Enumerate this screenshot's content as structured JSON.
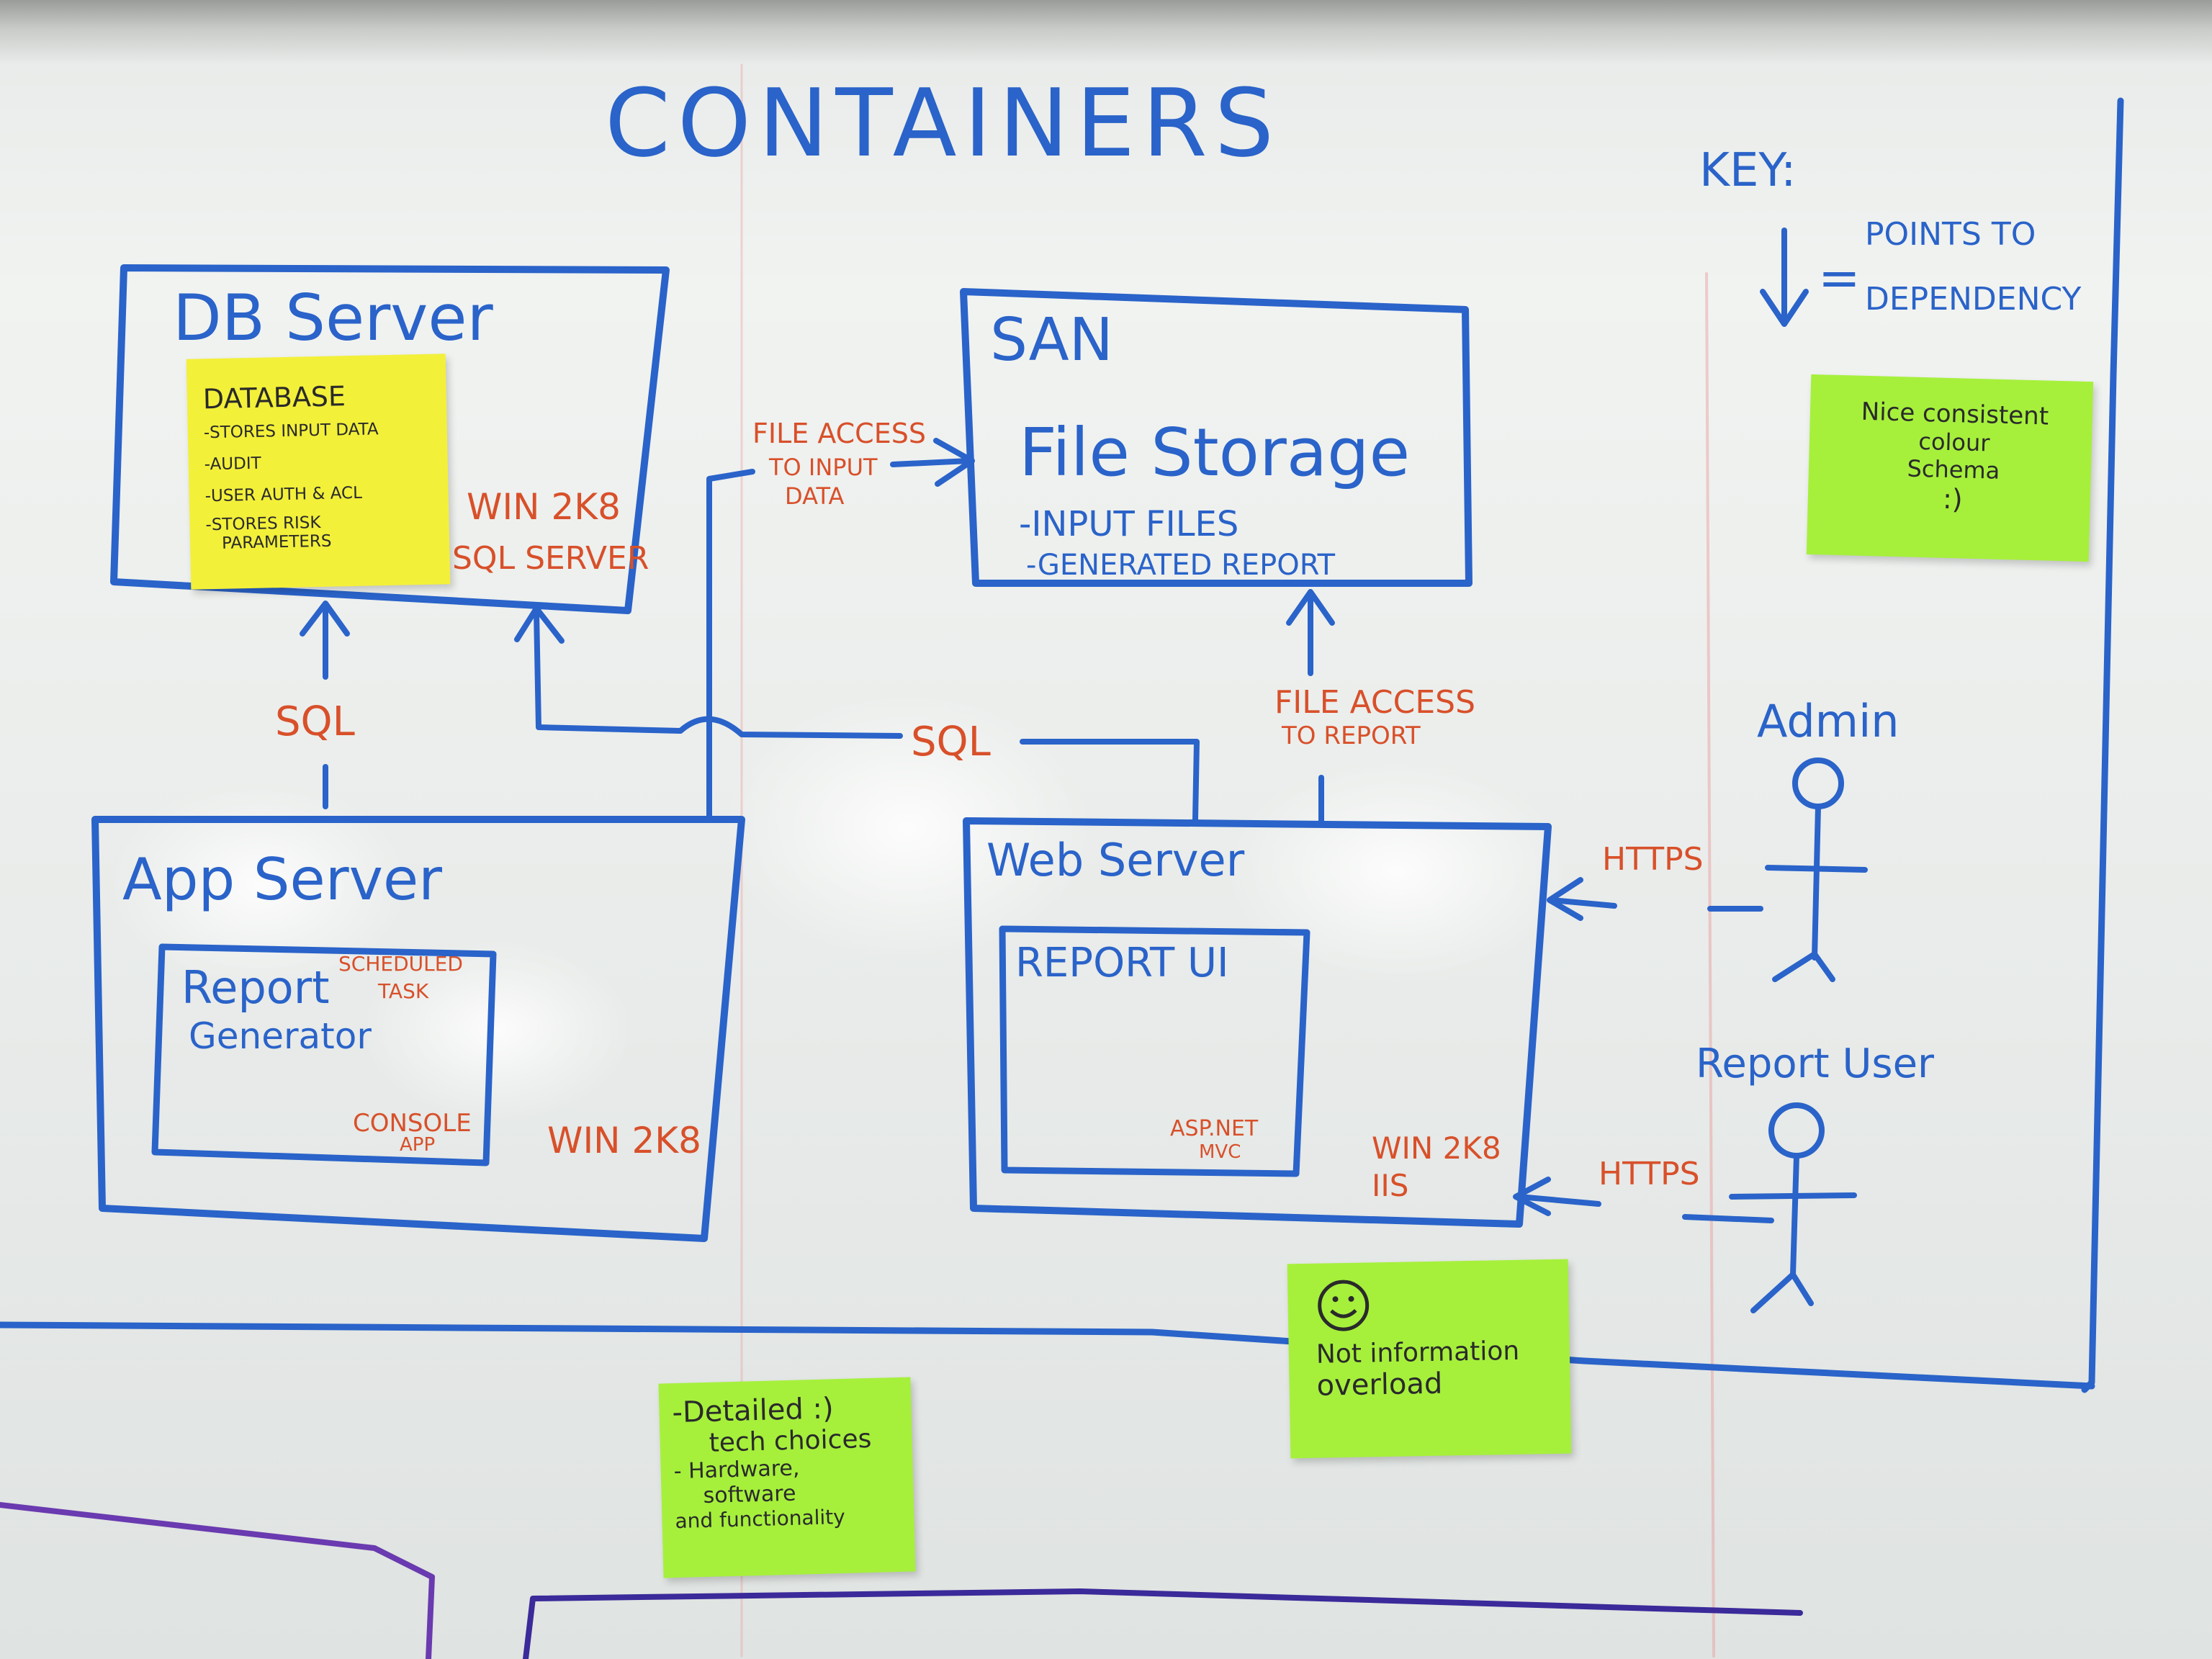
{
  "title": "CONTAINERS",
  "key": {
    "heading": "KEY:",
    "meaning_line1": "POINTS TO",
    "meaning_line2": "DEPENDENCY",
    "equals": "="
  },
  "nodes": {
    "db_server": {
      "title": "DB Server",
      "tech_line1": "WIN 2K8",
      "tech_line2": "SQL SERVER",
      "note": {
        "heading": "DATABASE",
        "items": [
          "-STORES INPUT DATA",
          "-AUDIT",
          "-USER AUTH & ACL",
          "-STORES RISK",
          "PARAMETERS"
        ]
      }
    },
    "san": {
      "title": "SAN",
      "subtitle": "File Storage",
      "items": [
        "-INPUT FILES",
        "-GENERATED REPORT"
      ]
    },
    "app_server": {
      "title": "App Server",
      "tech": "WIN 2K8",
      "inner": {
        "title_line1": "Report",
        "title_line2": "Generator",
        "tag_top_line1": "SCHEDULED",
        "tag_top_line2": "TASK",
        "tag_bottom_line1": "CONSOLE",
        "tag_bottom_line2": "APP"
      }
    },
    "web_server": {
      "title": "Web Server",
      "tech_line1": "WIN 2K8",
      "tech_line2": "IIS",
      "inner": {
        "title": "REPORT UI",
        "tag_line1": "ASP.NET",
        "tag_line2": "MVC"
      }
    }
  },
  "edges": {
    "app_to_db": "SQL",
    "web_to_db": "SQL",
    "app_to_san_line1": "FILE ACCESS",
    "app_to_san_line2": "TO INPUT",
    "app_to_san_line3": "DATA",
    "web_to_san_line1": "FILE ACCESS",
    "web_to_san_line2": "TO REPORT",
    "admin_to_web": "HTTPS",
    "user_to_web": "HTTPS"
  },
  "actors": {
    "admin": "Admin",
    "report_user": "Report User"
  },
  "sticky_notes": {
    "colour": {
      "line1": "Nice consistent",
      "line2": "colour",
      "line3": "Schema",
      "smiley": ":)"
    },
    "overload": {
      "line1": "Not information",
      "line2": "overload"
    },
    "detailed": {
      "line1": "-Detailed :)",
      "line2": "tech choices",
      "line3": "- Hardware,",
      "line4": "software",
      "line5": "and functionality"
    }
  },
  "colors": {
    "marker_blue": "#2a63c9",
    "marker_red": "#d8502a",
    "note_yellow": "#f3f03a",
    "note_green": "#a6f03c",
    "board": "#eef0ee"
  }
}
